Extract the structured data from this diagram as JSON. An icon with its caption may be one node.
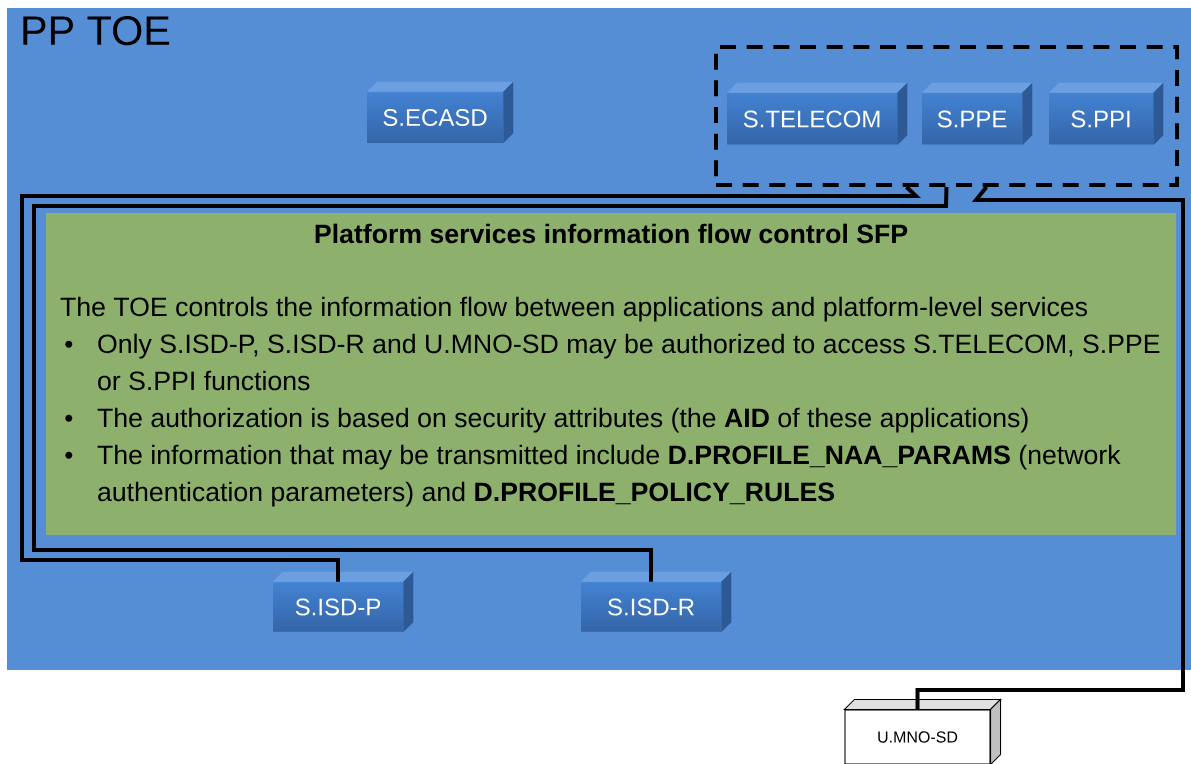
{
  "diagram": {
    "nodes": [
      {
        "text": [
          "PP TOE"
        ]
      },
      {
        "text": [
          "S.ECASD"
        ],
        "in": 0
      },
      {
        "text": [],
        "shape": "box",
        "in": 0
      },
      {
        "text": [
          "S.TELECOM"
        ],
        "in": 2
      },
      {
        "text": [
          "S.PPE"
        ],
        "in": 2
      },
      {
        "text": [
          "S.PPI"
        ],
        "in": 2
      },
      {
        "text": [
          "Platform services information flow control SFP",
          "The TOE controls the information flow between applications and platform-level services",
          "Only S.ISD-P, S.ISD-R and U.MNO-SD may be authorized to access S.TELECOM, S.PPE or S.PPI functions",
          "The authorization is based on security attributes (the **AID** of these applications)",
          "The information that may be transmitted include **D.PROFILE_NAA_PARAMS** (network authentication parameters) and **D.PROFILE_POLICY_RULES**"
        ],
        "in": 0
      },
      {
        "text": [
          "S.ISD-P"
        ],
        "in": 0
      },
      {
        "text": [
          "S.ISD-R"
        ],
        "in": 0
      },
      {
        "text": [
          "U.MNO-SD"
        ]
      }
    ],
    "edges": [
      {
        "from": 7,
        "to": 2,
        "arrow": "none"
      },
      {
        "from": 8,
        "to": 2,
        "arrow": "none"
      },
      {
        "from": 9,
        "to": 2,
        "arrow": "none"
      }
    ]
  }
}
